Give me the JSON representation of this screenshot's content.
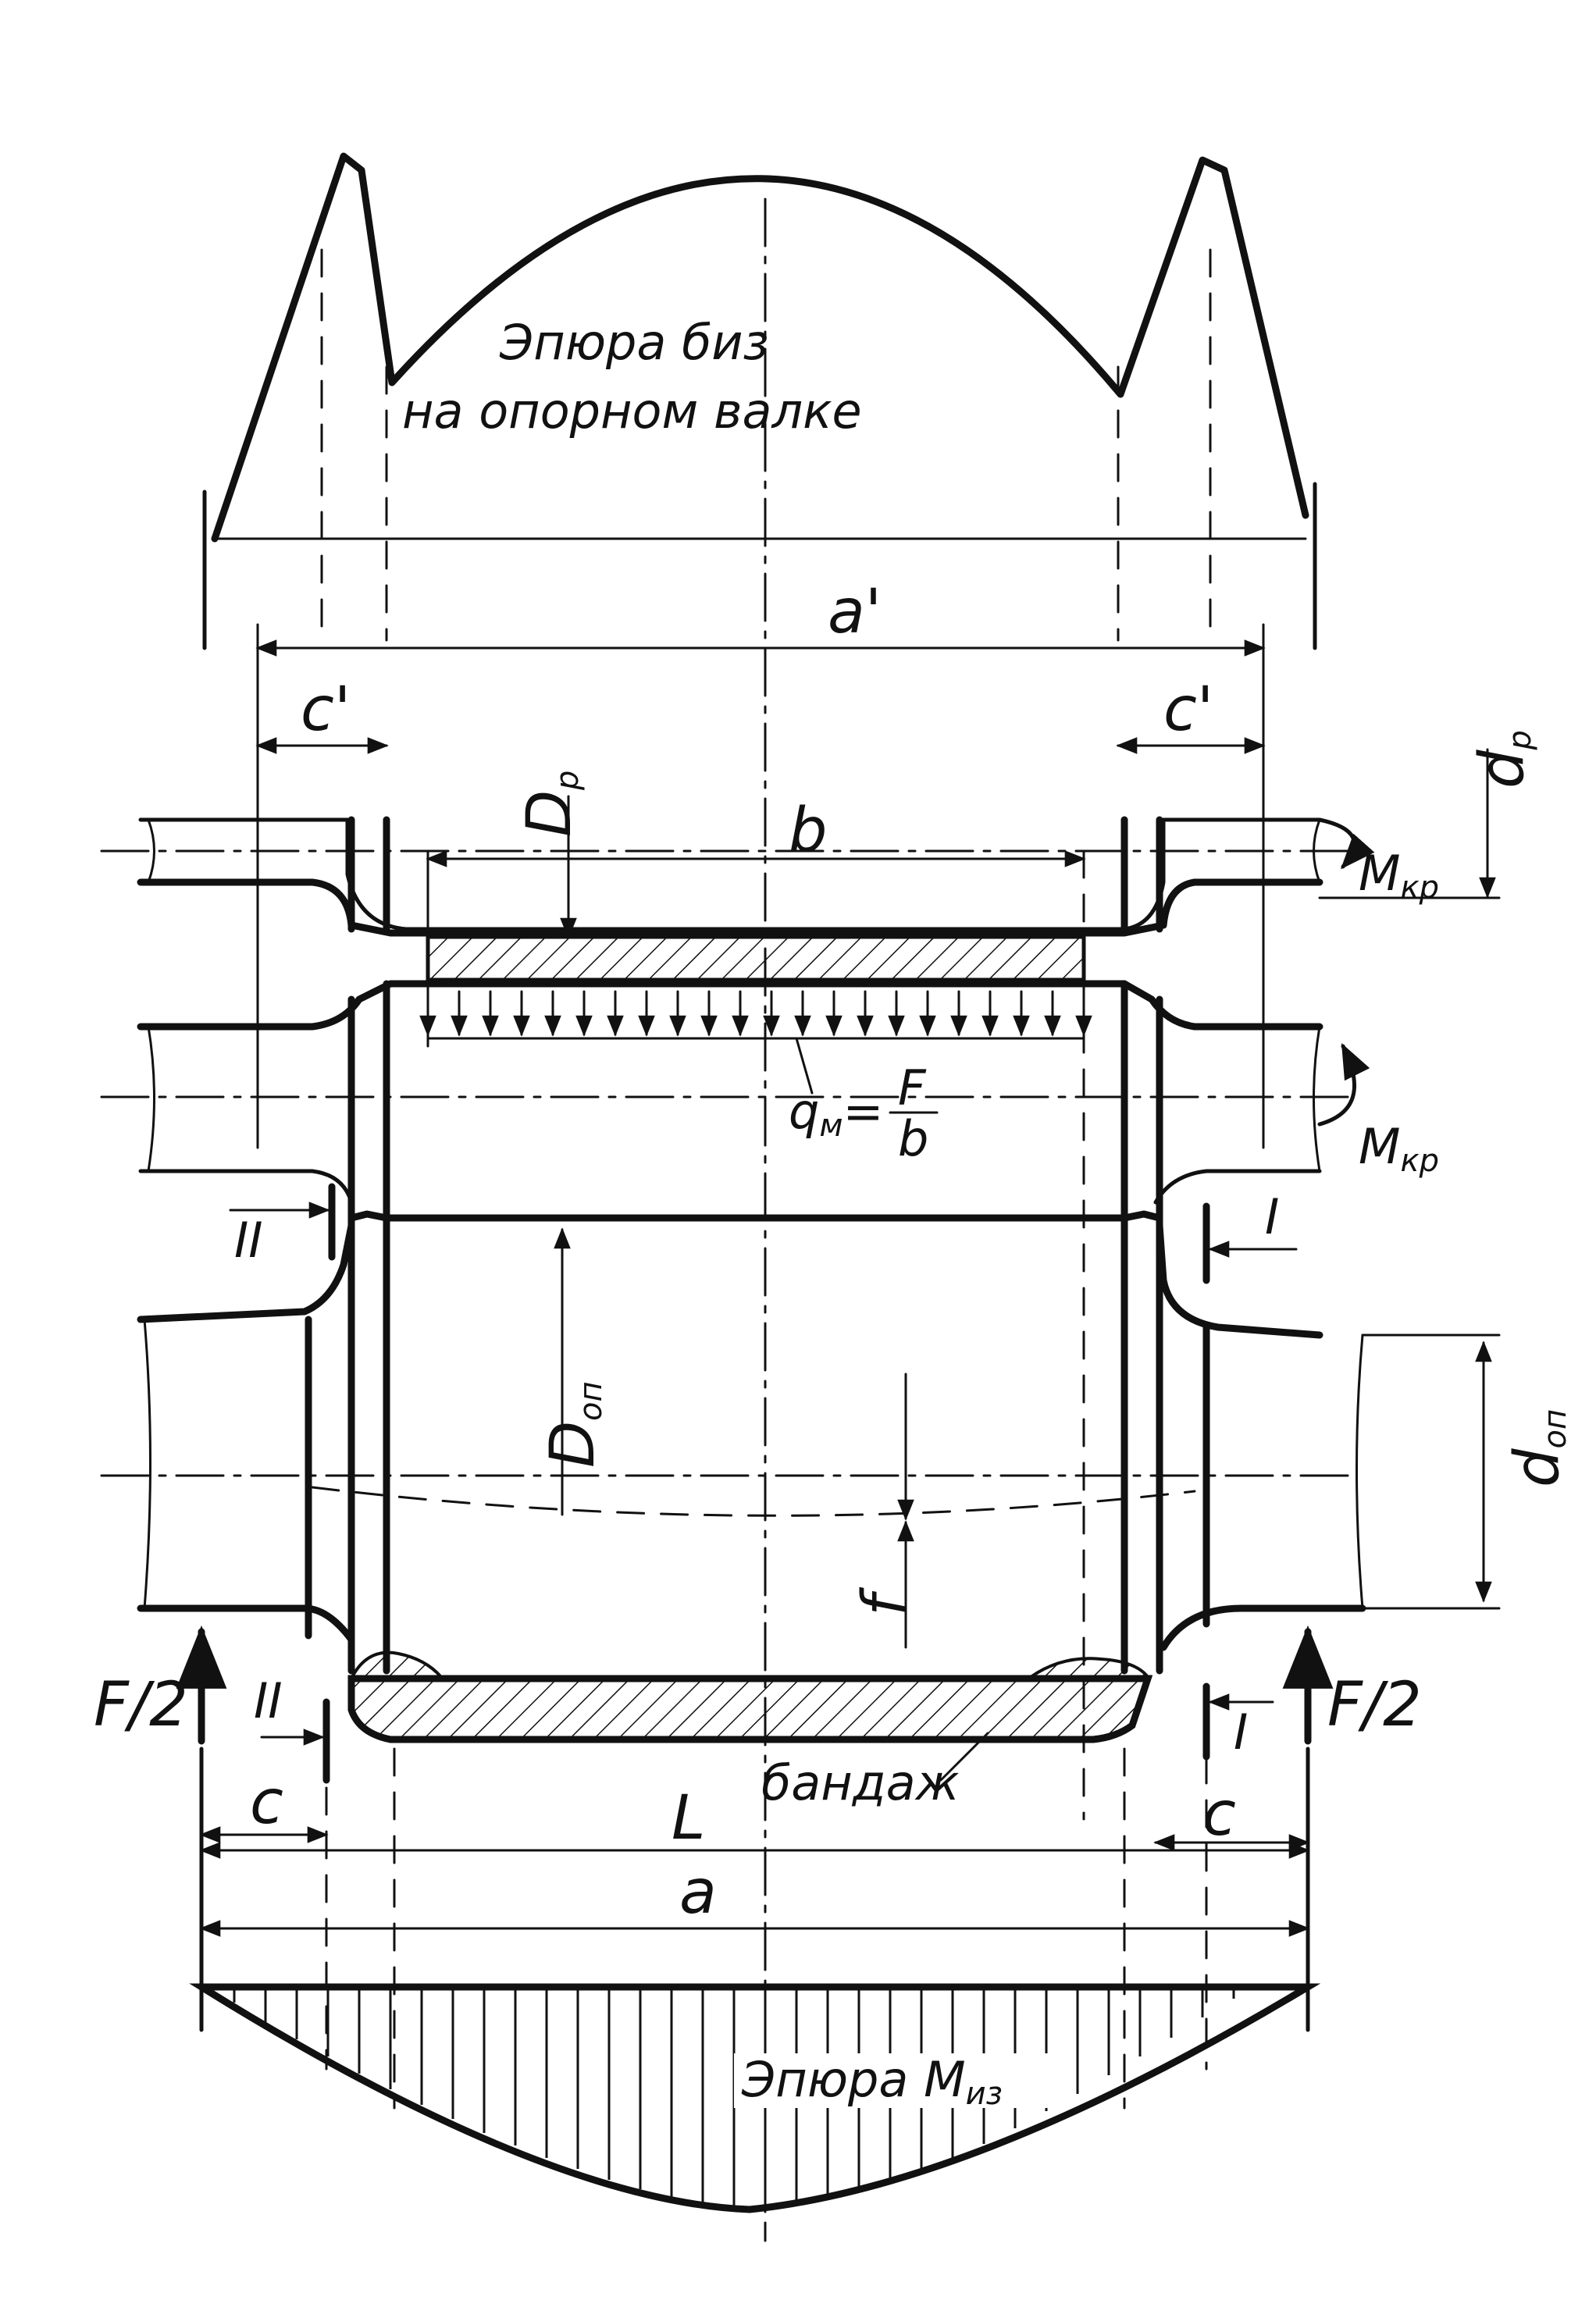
{
  "labels": {
    "epure_sigma_line1": "Эпюра биз",
    "epure_sigma_line2": "на опорном валке",
    "a_prime": "a'",
    "c_prime_left": "c'",
    "c_prime_right": "c'",
    "b": "b",
    "D_p_main": "D",
    "D_p_sub": "р",
    "d_p_main": "d",
    "d_p_sub": "р",
    "M_kr_top_main": "M",
    "M_kr_top_sub": "кр",
    "M_kr_mid_main": "M",
    "M_kr_mid_sub": "кр",
    "q_main": "q",
    "q_sub": "м",
    "q_eq": "=",
    "q_num": "F",
    "q_den": "b",
    "sect_II_upper": "II",
    "sect_I_upper": "I",
    "D_op_main": "D",
    "D_op_sub": "оп",
    "d_op_main": "d",
    "d_op_sub": "оп",
    "f": "f",
    "F2_left": "F/2",
    "F2_right": "F/2",
    "sect_II_lower": "II",
    "sect_I_lower": "I",
    "c_left": "c",
    "c_right": "c",
    "L": "L",
    "bandage": "бандаж",
    "a": "a",
    "epure_M_main": "Эпюра M",
    "epure_M_sub": "из"
  }
}
